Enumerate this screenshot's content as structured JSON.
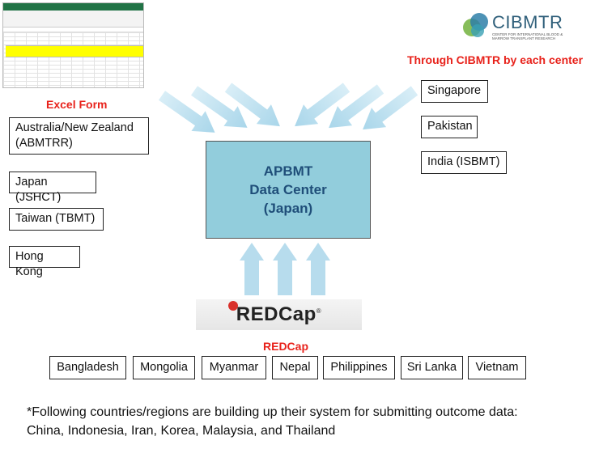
{
  "top_right_heading": "Through CIBMTR by each center",
  "excel_label": "Excel Form",
  "redcap_label": "REDCap",
  "center": {
    "line1": "APBMT",
    "line2": "Data Center",
    "line3": "(Japan)"
  },
  "left_boxes": {
    "australia_line1": "Australia/New Zealand",
    "australia_line2": "(ABMTRR)",
    "japan": "Japan (JSHCT)",
    "taiwan": "Taiwan (TBMT)",
    "hong_kong": "Hong Kong"
  },
  "right_boxes": {
    "singapore": "Singapore",
    "pakistan": "Pakistan",
    "india": "India (ISBMT)"
  },
  "bottom_countries": {
    "bangladesh": "Bangladesh",
    "mongolia": "Mongolia",
    "myanmar": "Myanmar",
    "nepal": "Nepal",
    "philippines": "Philippines",
    "sri_lanka": "Sri Lanka",
    "vietnam": "Vietnam"
  },
  "note": {
    "line1": "*Following countries/regions are building up their system for submitting outcome data:",
    "line2": "China, Indonesia, Iran, Korea, Malaysia, and Thailand"
  },
  "logos": {
    "cibmtr_name": "CIBMTR",
    "cibmtr_subtitle": "CENTER FOR INTERNATIONAL BLOOD & MARROW TRANSPLANT RESEARCH",
    "redcap_word": "REDCap",
    "redcap_mark": "®"
  },
  "colors": {
    "red_text": "#e8221b",
    "center_fill": "#92cddc",
    "center_text": "#1f4e79",
    "arrow": "#b7dced"
  }
}
